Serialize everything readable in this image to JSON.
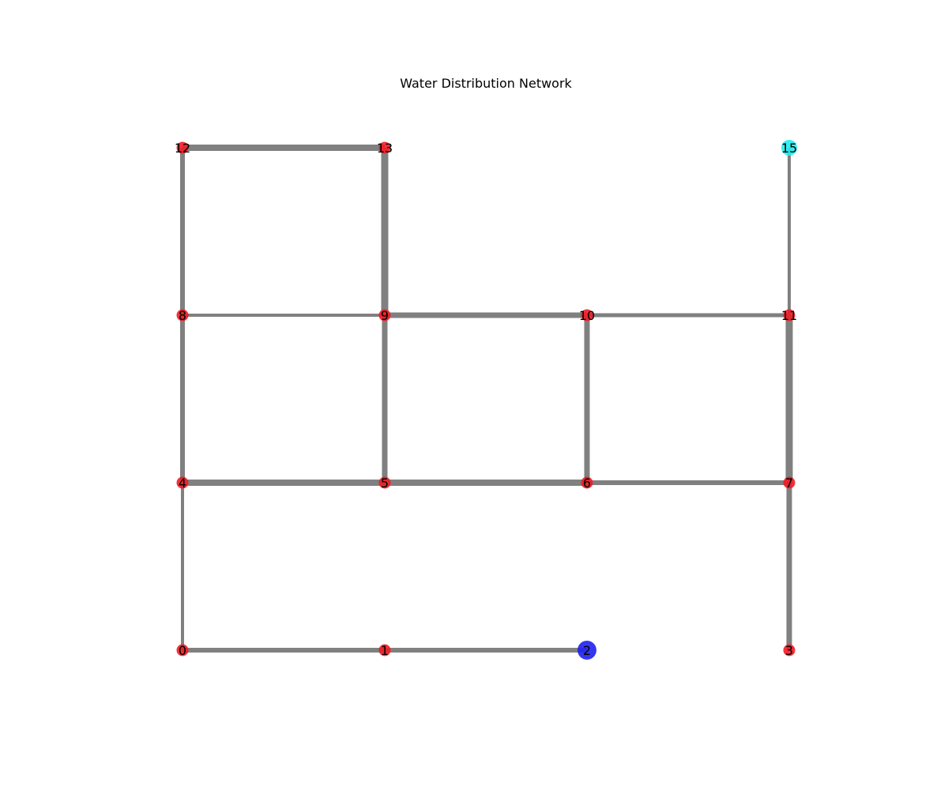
{
  "diagram": {
    "title": "Water Distribution Network",
    "colors": {
      "junction": "#ee1c25",
      "reservoir": "#2020ee",
      "tank": "#22ecee",
      "pipe": "#808080",
      "label": "#000000"
    },
    "nodes": [
      {
        "id": "0",
        "label": "0",
        "type": "junction"
      },
      {
        "id": "1",
        "label": "1",
        "type": "junction"
      },
      {
        "id": "2",
        "label": "2",
        "type": "reservoir"
      },
      {
        "id": "3",
        "label": "3",
        "type": "junction"
      },
      {
        "id": "4",
        "label": "4",
        "type": "junction"
      },
      {
        "id": "5",
        "label": "5",
        "type": "junction"
      },
      {
        "id": "6",
        "label": "6",
        "type": "junction"
      },
      {
        "id": "7",
        "label": "7",
        "type": "junction"
      },
      {
        "id": "8",
        "label": "8",
        "type": "junction"
      },
      {
        "id": "9",
        "label": "9",
        "type": "junction"
      },
      {
        "id": "10",
        "label": "10",
        "type": "junction"
      },
      {
        "id": "11",
        "label": "11",
        "type": "junction"
      },
      {
        "id": "12",
        "label": "12",
        "type": "junction"
      },
      {
        "id": "13",
        "label": "13",
        "type": "junction"
      },
      {
        "id": "15",
        "label": "15",
        "type": "tank"
      }
    ],
    "edges": [
      {
        "from": "0",
        "to": "1",
        "weight": 6
      },
      {
        "from": "1",
        "to": "2",
        "weight": 6
      },
      {
        "from": "0",
        "to": "4",
        "weight": 4
      },
      {
        "from": "4",
        "to": "5",
        "weight": 8
      },
      {
        "from": "5",
        "to": "6",
        "weight": 8
      },
      {
        "from": "6",
        "to": "7",
        "weight": 6
      },
      {
        "from": "3",
        "to": "7",
        "weight": 7
      },
      {
        "from": "4",
        "to": "8",
        "weight": 6
      },
      {
        "from": "5",
        "to": "9",
        "weight": 7
      },
      {
        "from": "6",
        "to": "10",
        "weight": 7
      },
      {
        "from": "7",
        "to": "11",
        "weight": 9
      },
      {
        "from": "8",
        "to": "9",
        "weight": 4
      },
      {
        "from": "9",
        "to": "10",
        "weight": 7
      },
      {
        "from": "10",
        "to": "11",
        "weight": 5
      },
      {
        "from": "8",
        "to": "12",
        "weight": 6
      },
      {
        "from": "9",
        "to": "13",
        "weight": 9
      },
      {
        "from": "12",
        "to": "13",
        "weight": 8
      },
      {
        "from": "11",
        "to": "15",
        "weight": 4
      }
    ]
  }
}
